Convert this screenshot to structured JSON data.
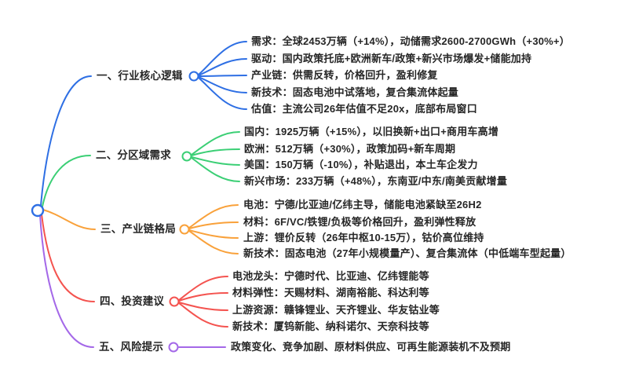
{
  "canvas": {
    "background": "#ffffff",
    "text_color": "#262626"
  },
  "root": {
    "color": "#2e6fe4"
  },
  "branches": [
    {
      "label": "一、行业核心逻辑",
      "color": "#2e6fe4",
      "children": [
        "需求：全球2453万辆（+14%），动储需求2600-2700GWh（+30%+）",
        "驱动：国内政策托底+欧洲新车/政策+新兴市场爆发+储能加持",
        "产业链：供需反转，价格回升，盈利修复",
        "新技术：固态电池中试落地，复合集流体起量",
        "估值：主流公司26年估值不足20x，底部布局窗口"
      ]
    },
    {
      "label": "二、分区域需求",
      "color": "#3bcf75",
      "children": [
        "国内：1925万辆（+15%），以旧换新+出口+商用车高增",
        "欧洲：512万辆（+30%），政策加码+新车周期",
        "美国：150万辆（-10%），补贴退出，本土车企发力",
        "新兴市场：233万辆（+48%），东南亚/中东/南美贡献增量"
      ]
    },
    {
      "label": "三、产业链格局",
      "color": "#f9a13a",
      "children": [
        "电池：宁德/比亚迪/亿纬主导，储能电池紧缺至26H2",
        "材料：6F/VC/铁锂/负极等价格回升，盈利弹性释放",
        "上游：锂价反转（26年中枢10-15万），钴价高位维持",
        "新技术：固态电池（27年小规模量产）、复合集流体（中低端车型起量）"
      ]
    },
    {
      "label": "四、投资建议",
      "color": "#f4534f",
      "children": [
        "电池龙头：宁德时代、比亚迪、亿纬锂能等",
        "材料弹性：天赐材料、湖南裕能、科达利等",
        "上游资源：赣锋锂业、天齐锂业、华友钴业等",
        "新技术：厦钨新能、纳科诺尔、天奈科技等"
      ]
    },
    {
      "label": "五、风险提示",
      "color": "#a468e8",
      "children": [
        "政策变化、竞争加剧、原材料供应、可再生能源装机不及预期"
      ]
    }
  ]
}
